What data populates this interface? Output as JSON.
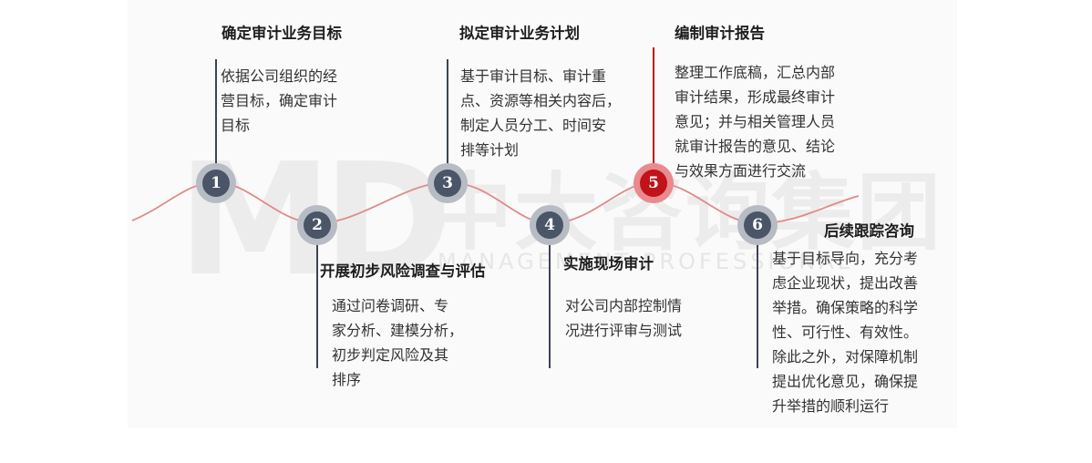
{
  "watermark": {
    "logo": "MD",
    "company": "中大咨询集团",
    "subtitle": "MANAGEMENT PROFESSIONAL"
  },
  "colors": {
    "curve": "#e08a8a",
    "node": "#4a5568",
    "node_halo": "#b7bcc4",
    "active_node": "#c0131a",
    "active_halo": "#e88a8e",
    "stem_dark": "#3c4454",
    "stem_active": "#c0131a"
  },
  "steps": [
    {
      "num": "1",
      "title": "确定审计业务目标",
      "desc": [
        "依据公司组织的经",
        "营目标，确定审计",
        "目标"
      ],
      "active": false
    },
    {
      "num": "2",
      "title": "开展初步风险调查与评估",
      "desc": [
        "通过问卷调研、专",
        "家分析、建模分析，",
        "初步判定风险及其",
        "排序"
      ],
      "active": false
    },
    {
      "num": "3",
      "title": "拟定审计业务计划",
      "desc": [
        "基于审计目标、审计重",
        "点、资源等相关内容后，",
        "制定人员分工、时间安",
        "排等计划"
      ],
      "active": false
    },
    {
      "num": "4",
      "title": "实施现场审计",
      "desc": [
        "对公司内部控制情",
        "况进行评审与测试"
      ],
      "active": false
    },
    {
      "num": "5",
      "title": "编制审计报告",
      "desc": [
        "整理工作底稿，汇总内部",
        "审计结果，形成最终审计",
        "意见；并与相关管理人员",
        "就审计报告的意见、结论",
        "与效果方面进行交流"
      ],
      "active": true
    },
    {
      "num": "6",
      "title": "后续跟踪咨询",
      "desc": [
        "基于目标导向，充分考",
        "虑企业现状，提出改善",
        "举措。确保策略的科学",
        "性、可行性、有效性。",
        "除此之外，对保障机制",
        "提出优化意见，确保提",
        "升举措的顺利运行"
      ],
      "active": false
    }
  ]
}
